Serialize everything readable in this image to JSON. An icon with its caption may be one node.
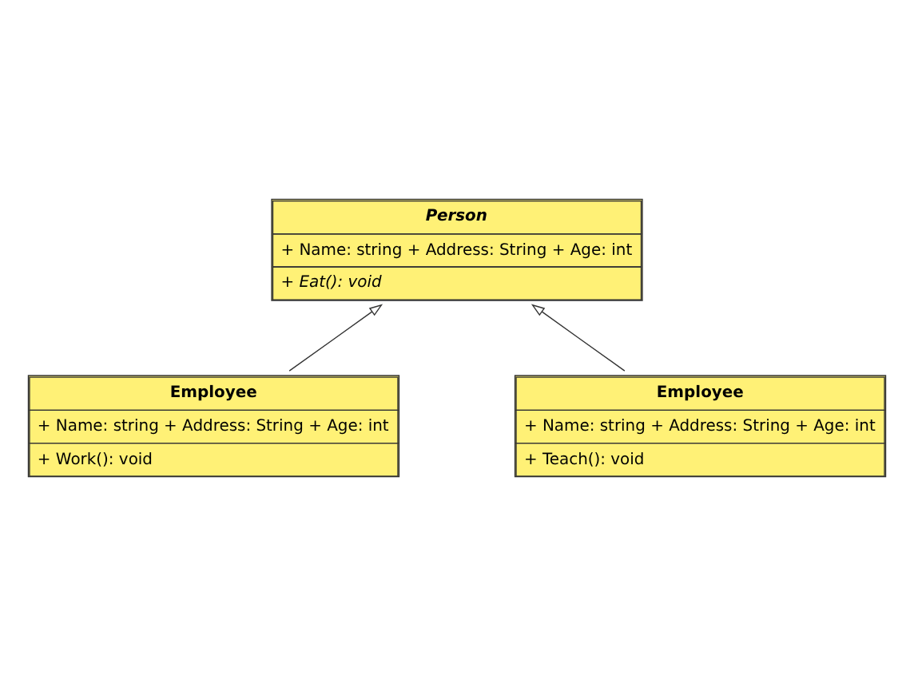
{
  "diagram": {
    "nodes": [
      {
        "text": [
          "Person",
          "+ Name: string + Address: String + Age: int",
          "+ Eat(): void"
        ]
      },
      {
        "text": [
          "Employee",
          "+ Name: string + Address: String + Age: int",
          "+ Work(): void"
        ]
      },
      {
        "text": [
          "Employee",
          "+ Name: string + Address: String + Age: int",
          "+ Teach(): void"
        ]
      }
    ],
    "edges": [
      {
        "from": 1,
        "to": 0,
        "arrow": "to"
      },
      {
        "from": 2,
        "to": 0,
        "arrow": "to"
      }
    ]
  }
}
